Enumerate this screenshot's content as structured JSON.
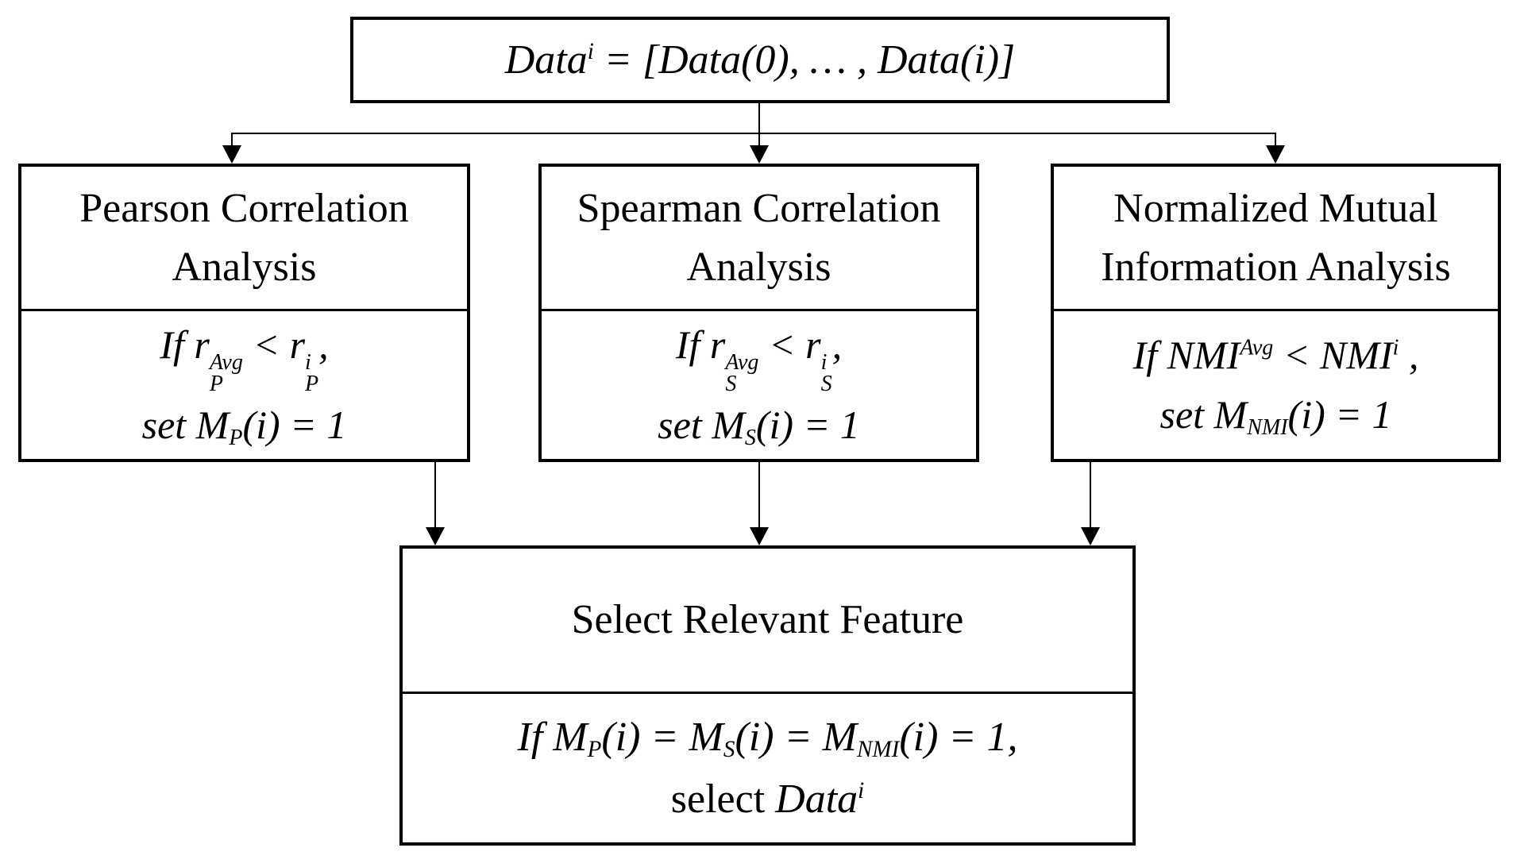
{
  "colors": {
    "ink": "#000000",
    "paper": "#ffffff"
  },
  "diagram": {
    "top_box": {
      "math": [
        {
          "t": "it",
          "v": "Data"
        },
        {
          "t": "sup",
          "v": "i"
        },
        {
          "t": "it",
          "v": " = [Data(0), … , Data(i)]"
        }
      ]
    },
    "pearson": {
      "title": "Pearson Correlation Analysis",
      "line1": [
        {
          "t": "it",
          "v": "If r"
        },
        {
          "t": "stack",
          "top": "Avg",
          "bot": "P"
        },
        {
          "t": "it",
          "v": " < r"
        },
        {
          "t": "stack",
          "top": "i",
          "bot": "P"
        },
        {
          "t": "it",
          "v": ","
        }
      ],
      "line2": [
        {
          "t": "it",
          "v": "set M"
        },
        {
          "t": "sub",
          "v": "P"
        },
        {
          "t": "it",
          "v": "(i) = 1"
        }
      ]
    },
    "spearman": {
      "title": "Spearman Correlation Analysis",
      "line1": [
        {
          "t": "it",
          "v": "If r"
        },
        {
          "t": "stack",
          "top": "Avg",
          "bot": "S"
        },
        {
          "t": "it",
          "v": " < r"
        },
        {
          "t": "stack",
          "top": "i",
          "bot": "S"
        },
        {
          "t": "it",
          "v": ","
        }
      ],
      "line2": [
        {
          "t": "it",
          "v": "set M"
        },
        {
          "t": "sub",
          "v": "S"
        },
        {
          "t": "it",
          "v": "(i) = 1"
        }
      ]
    },
    "nmi": {
      "title": "Normalized Mutual Information Analysis",
      "line1": [
        {
          "t": "it",
          "v": "If NMI"
        },
        {
          "t": "sup",
          "v": "Avg"
        },
        {
          "t": "it",
          "v": " < NMI"
        },
        {
          "t": "sup",
          "v": "i"
        },
        {
          "t": "it",
          "v": " ,"
        }
      ],
      "line2": [
        {
          "t": "it",
          "v": "set M"
        },
        {
          "t": "sub",
          "v": "NMI"
        },
        {
          "t": "it",
          "v": "(i) = 1"
        }
      ]
    },
    "select": {
      "title": "Select Relevant Feature",
      "line1": [
        {
          "t": "it",
          "v": "If M"
        },
        {
          "t": "sub",
          "v": "P"
        },
        {
          "t": "it",
          "v": "(i) = M"
        },
        {
          "t": "sub",
          "v": "S"
        },
        {
          "t": "it",
          "v": "(i) = M"
        },
        {
          "t": "sub",
          "v": "NMI"
        },
        {
          "t": "it",
          "v": "(i) = 1,"
        }
      ],
      "line2": [
        {
          "t": "rm",
          "v": "select "
        },
        {
          "t": "it",
          "v": "Data"
        },
        {
          "t": "sup",
          "v": "i"
        }
      ]
    }
  }
}
